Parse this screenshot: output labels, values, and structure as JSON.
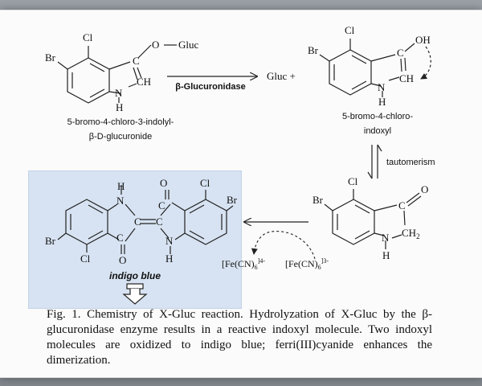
{
  "compounds": {
    "glucuronide": {
      "line1": "5-bromo-4-chloro-3-indolyl-",
      "line2": "β-D-glucuronide",
      "atom_br": "Br",
      "atom_cl": "Cl",
      "atom_o": "O",
      "group_gluc": "Gluc",
      "atom_c": "C",
      "atom_ch": "CH",
      "atom_n": "N",
      "atom_h": "H"
    },
    "indoxyl": {
      "line1": "5-bromo-4-chloro-",
      "line2": "indoxyl",
      "atom_br": "Br",
      "atom_cl": "Cl",
      "atom_oh": "OH",
      "atom_c": "C",
      "atom_ch": "CH",
      "atom_n": "N",
      "atom_h": "H"
    },
    "keto": {
      "atom_br": "Br",
      "atom_cl": "Cl",
      "atom_o": "O",
      "atom_c": "C",
      "atom_ch2": "CH",
      "ch2_sub": "2",
      "atom_n": "N",
      "atom_h": "H"
    },
    "indigo": {
      "label": "indigo blue",
      "atom_br": "Br",
      "atom_cl": "Cl",
      "atom_o": "O",
      "atom_c": "C",
      "atom_n": "N",
      "atom_h": "H"
    }
  },
  "reaction": {
    "enzyme": "β-Glucuronidase",
    "gluc_plus": "Gluc +",
    "tautomerism": "tautomerism",
    "ferro_base": "[Fe(CN)",
    "ferro_sub": "6",
    "ferro_charge": "]4-",
    "ferri_base": "[Fe(CN)",
    "ferri_sub": "6",
    "ferri_charge": "]3-"
  },
  "caption": "Fig. 1. Chemistry of X-Gluc reaction. Hydrolyzation of X-Gluc by the β-glucuronidase enzyme results in a reactive indoxyl molecule. Two indoxyl molecules are oxidized to indigo blue; ferri(III)cyanide enhances the dimerization."
}
